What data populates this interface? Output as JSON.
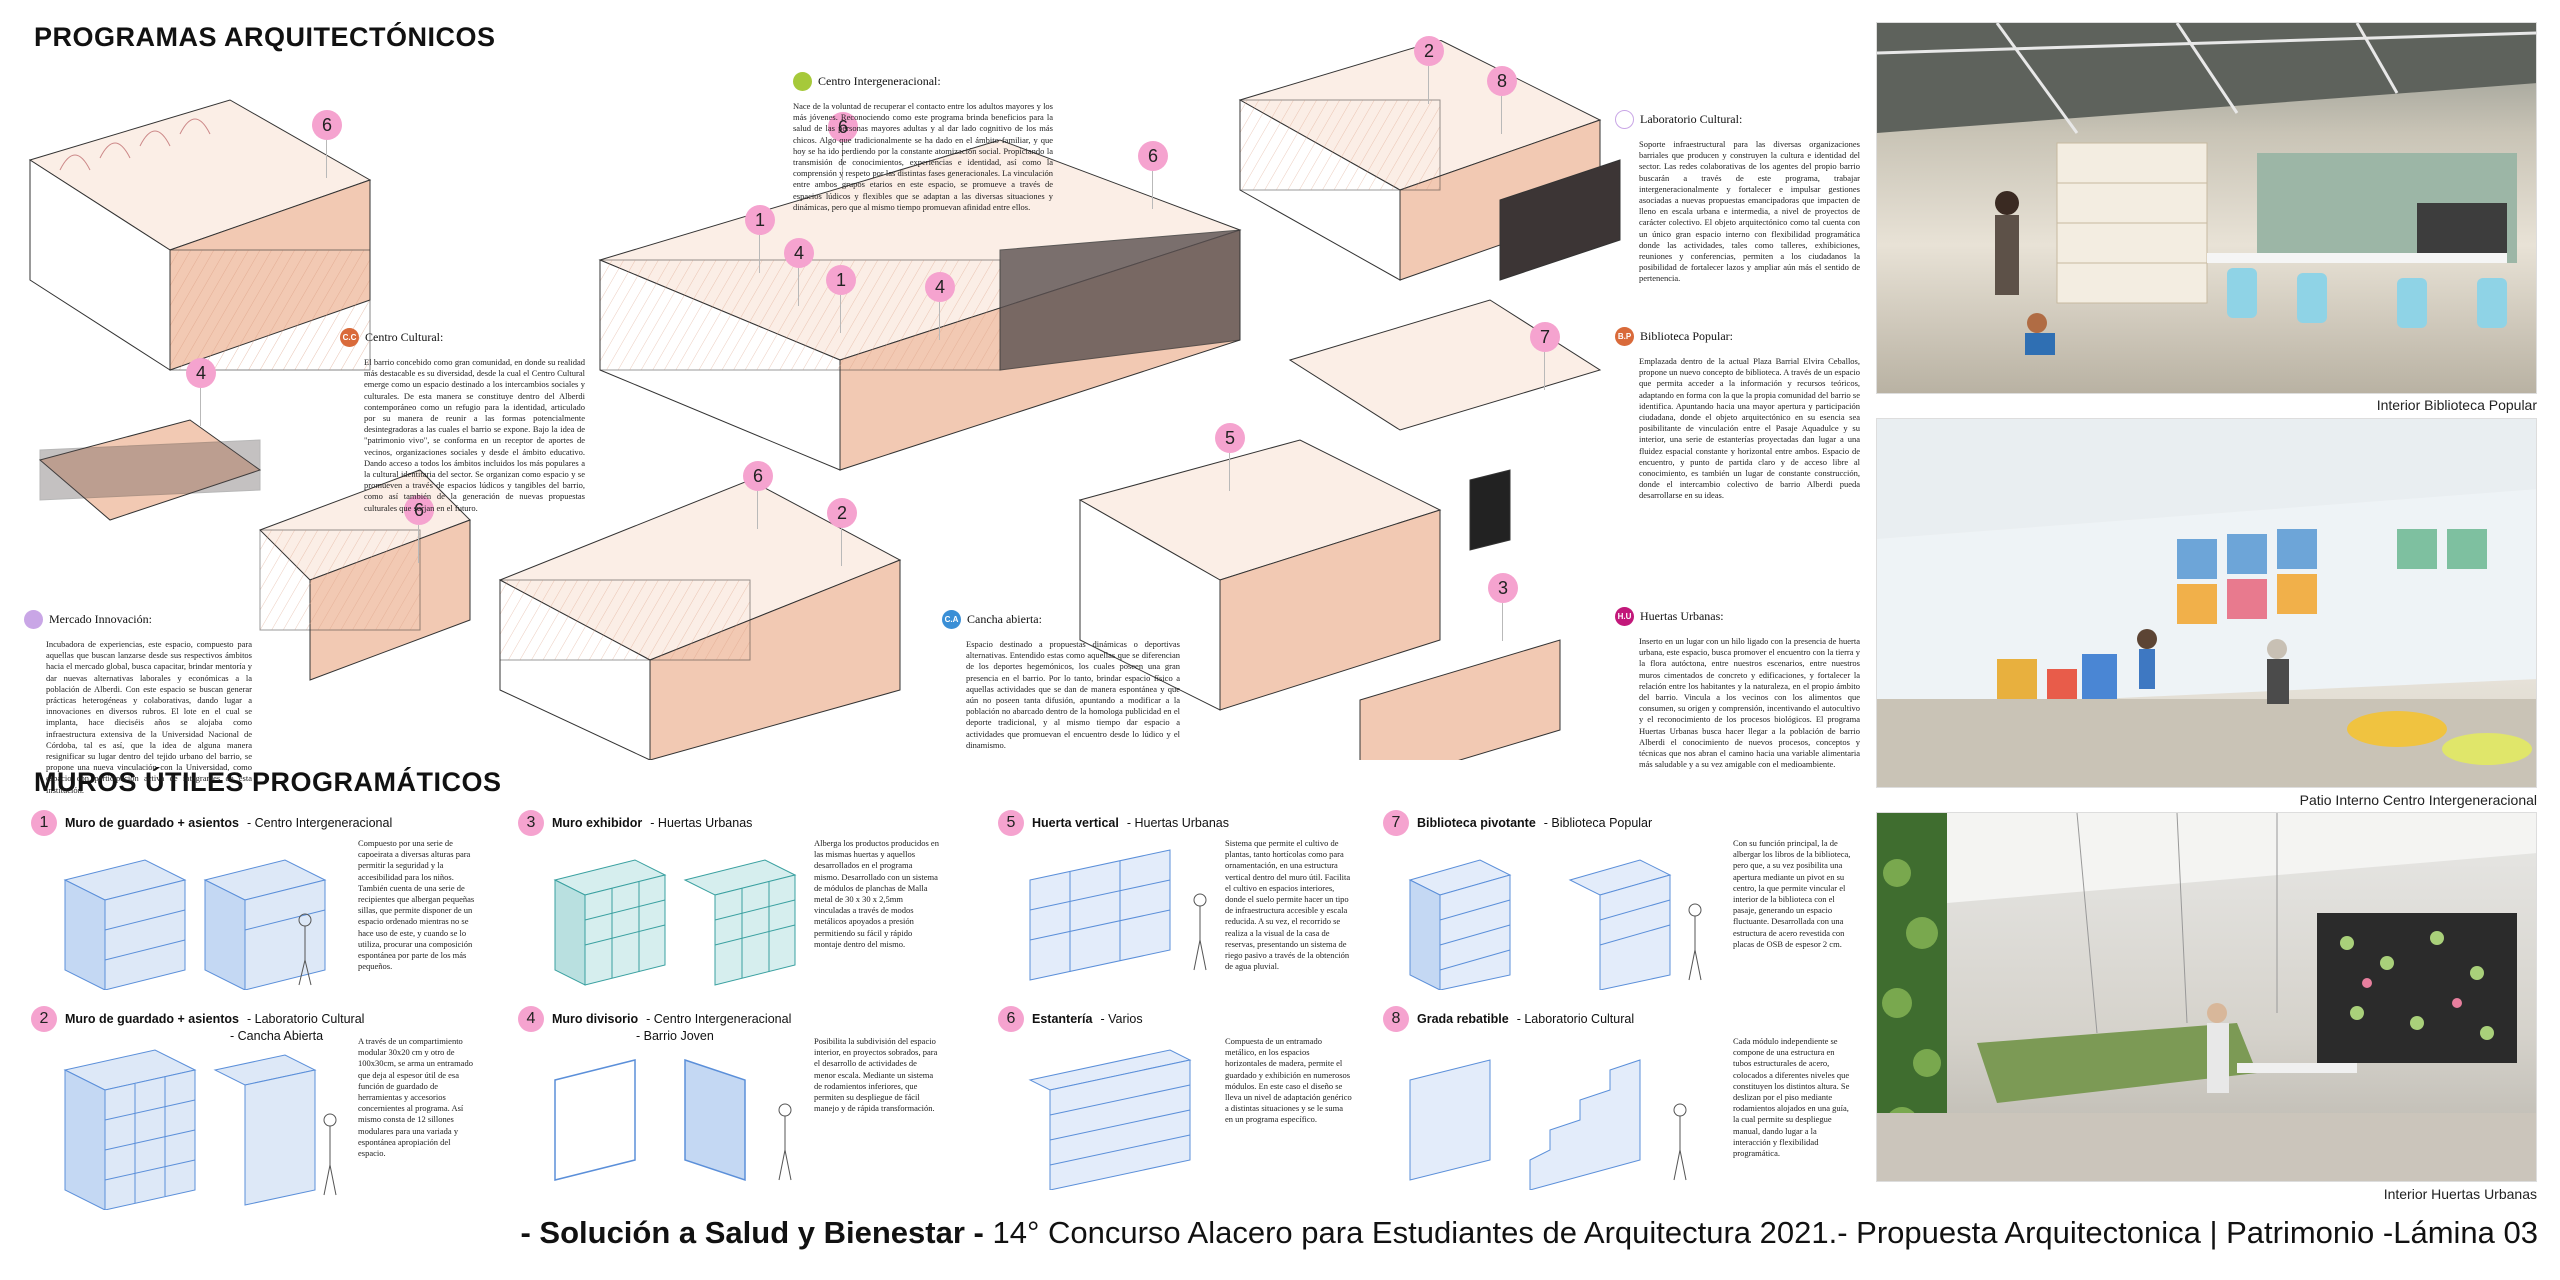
{
  "sections": {
    "programs_title": "PROGRAMAS ARQUITECTÓNICOS",
    "walls_title": "MUROS ÚTILES PROGRAMÁTICOS"
  },
  "colors": {
    "accent_pink": "#f5a3cf",
    "drawing_peach": "#e8a98c",
    "badge_green": "#a6c93a",
    "badge_orange": "#d96a3a",
    "badge_lilac": "#c9a6e6",
    "badge_blue": "#3a8fd6",
    "badge_magenta": "#c2187a",
    "wall_blue": "#5b8fd9",
    "wall_teal": "#4ab0b0"
  },
  "programs": [
    {
      "title": "Centro Intergeneracional:",
      "badge_color": "#a6c93a",
      "badge": "",
      "text": "Nace de la voluntad de recuperar el contacto entre los adultos mayores y los más jóvenes. Reconociendo como este programa brinda beneficios para la salud de las personas mayores adultas y al dar lado cognitivo de los más chicos. Algo que tradicionalmente se ha dado en el ámbito familiar, y que hoy se ha ido perdiendo por la constante atomización social. Propiciando la transmisión de conocimientos, experiencias e identidad, así como la comprensión y respeto por las distintas fases generacionales. La vinculación entre ambos grupos etarios en este espacio, se promueve a través de espacios lúdicos y flexibles que se adaptan a las diversas situaciones y dinámicas, pero que al mismo tiempo promuevan afinidad entre ellos."
    },
    {
      "title": "Centro Cultural:",
      "badge_color": "#d96a3a",
      "badge": "C.C",
      "text": "El barrio concebido como gran comunidad, en donde su realidad más destacable es su diversidad, desde la cual el Centro Cultural emerge como un espacio destinado a los intercambios sociales y culturales. De esta manera se constituye dentro del Alberdi contemporáneo como un refugio para la identidad, articulado por su manera de reunir a las formas potencialmente desintegradoras a las cuales el barrio se expone. Bajo la idea de \"patrimonio vivo\", se conforma en un receptor de aportes de vecinos, organizaciones sociales y desde el ámbito educativo. Dando acceso a todos los ámbitos incluidos los más populares a la cultural identitaria del sector. Se organizan como espacio y se promueven a través de espacios lúdicos y tangibles del barrio, como así también de la generación de nuevas propuestas culturales que surjan en el futuro."
    },
    {
      "title": "Mercado Innovación:",
      "badge_color": "#c9a6e6",
      "badge": "",
      "text": "Incubadora de experiencias, este espacio, compuesto para aquellas que buscan lanzarse desde sus respectivos ámbitos hacia el mercado global, busca capacitar, brindar mentoría y dar nuevas alternativas laborales y económicas a la población de Alberdi. Con este espacio se buscan generar prácticas heterogéneas y colaborativas, dando lugar a innovaciones en diversos rubros. El lote en el cual se implanta, hace dieciséis años se alojaba como infraestructura extensiva de la Universidad Nacional de Córdoba, tal es así, que la idea de alguna manera resignificar su lugar dentro del tejido urbano del barrio, se propone una nueva vinculación con la Universidad, como espacio con participación activa de integrantes de esta institución."
    },
    {
      "title": "Cancha abierta:",
      "badge_color": "#3a8fd6",
      "badge": "C.A",
      "text": "Espacio destinado a propuestas dinámicas o deportivas alternativas. Entendido estas como aquellas que se diferencian de los deportes hegemónicos, los cuales poseen una gran presencia en el barrio. Por lo tanto, brindar espacio físico a aquellas actividades que se dan de manera espontánea y que aún no poseen tanta difusión, apuntando a modificar a la población no abarcado dentro de la homologa publicidad en el deporte tradicional, y al mismo tiempo dar espacio a actividades que promuevan el encuentro desde lo lúdico y el dinamismo."
    },
    {
      "title": "Laboratorio Cultural:",
      "badge_color": "#c9a6e6",
      "badge": "",
      "text": "Soporte infraestructural para las diversas organizaciones barriales que producen y construyen la cultura e identidad del sector. Las redes colaborativas de los agentes del propio barrio buscarán a través de este programa, trabajar intergeneracionalmente y fortalecer e impulsar gestiones asociadas a nuevas propuestas emancipadoras que impacten de lleno en escala urbana e intermedia, a nivel de proyectos de carácter colectivo. El objeto arquitectónico como tal cuenta con un único gran espacio interno con flexibilidad programática donde las actividades, tales como talleres, exhibiciones, reuniones y conferencias, permiten a los ciudadanos la posibilidad de fortalecer lazos y ampliar aún más el sentido de pertenencia."
    },
    {
      "title": "Biblioteca Popular:",
      "badge_color": "#d96a3a",
      "badge": "B.P",
      "text": "Emplazada dentro de la actual Plaza Barrial Elvira Ceballos, propone un nuevo concepto de biblioteca. A través de un espacio que permita acceder a la información y recursos teóricos, adaptando en forma con la que la propia comunidad del barrio se identifica. Apuntando hacia una mayor apertura y participación ciudadana, donde el objeto arquitectónico en su esencia sea posibilitante de vinculación entre el Pasaje Aquadulce y su interior, una serie de estanterías proyectadas dan lugar a una fluidez espacial constante y horizontal entre ambos. Espacio de encuentro, y punto de partida claro y de acceso libre al conocimiento, es también un lugar de constante construcción, donde el intercambio colectivo de barrio Alberdi pueda desarrollarse en su ideas."
    },
    {
      "title": "Huertas Urbanas:",
      "badge_color": "#c2187a",
      "badge": "H.U",
      "text": "Inserto en un lugar con un hilo ligado con la presencia de huerta urbana, este espacio, busca promover el encuentro con la tierra y la flora autóctona, entre nuestros escenarios, entre nuestros muros cimentados de concreto y edificaciones, y fortalecer la relación entre los habitantes y la naturaleza, en el propio ámbito del barrio. Vincula a los vecinos con los alimentos que consumen, su origen y comprensión, incentivando el autocultivo y el reconocimiento de los procesos biológicos. El programa Huertas Urbanas busca hacer llegar a la población de barrio Alberdi el conocimiento de nuevos procesos, conceptos y técnicas que nos abran el camino hacia una variable alimentaria más saludable y a su vez amigable con el medioambiente."
    }
  ],
  "markers": [
    "6",
    "4",
    "6",
    "1",
    "4",
    "1",
    "4",
    "6",
    "2",
    "8",
    "6",
    "7",
    "5",
    "6",
    "2",
    "3"
  ],
  "photos": [
    {
      "caption": "Interior Biblioteca Popular",
      "icon": "library-render"
    },
    {
      "caption": "Patio Interno Centro Intergeneracional",
      "icon": "patio-render"
    },
    {
      "caption": "Interior Huertas Urbanas",
      "icon": "garden-render"
    }
  ],
  "walls": [
    {
      "num": "1",
      "title": "Muro de guardado + asientos",
      "sub": " - Centro Intergeneracional",
      "sub2": "",
      "text": "Compuesto por una serie de capoeirata a diversas alturas para permitir la seguridad y la accesibilidad para los niños. También cuenta de una serie de recipientes que albergan pequeñas sillas, que permite disponer de un espacio ordenado mientras no se hace uso de este, y cuando se lo utiliza, procurar una composición espontánea por parte de los más pequeños."
    },
    {
      "num": "2",
      "title": "Muro de guardado + asientos",
      "sub": " - Laboratorio Cultural",
      "sub2": "- Cancha Abierta",
      "text": "A través de un compartimiento modular 30x20 cm y otro de 100x30cm, se arma un entramado que deja al espesor útil de esa función de guardado de herramientas y accesorios concernientes al programa. Así mismo consta de 12 sillones modulares para una variada y espontánea apropiación del espacio."
    },
    {
      "num": "3",
      "title": "Muro exhibidor",
      "sub": " - Huertas Urbanas",
      "sub2": "",
      "text": "Alberga los productos producidos en las mismas huertas y aquellos desarrollados en el programa mismo. Desarrollado con un sistema de módulos de planchas de Malla metal de 30 x 30 x 2,5mm vinculadas a través de modos metálicos apoyados a presión permitiendo su fácil y rápido montaje dentro del mismo."
    },
    {
      "num": "4",
      "title": "Muro divisorio",
      "sub": " - Centro Intergeneracional",
      "sub2": "- Barrio Joven",
      "text": "Posibilita la subdivisión del espacio interior, en proyectos sobrados, para el desarrollo de actividades de menor escala. Mediante un sistema de rodamientos inferiores, que permiten su despliegue de fácil manejo y de rápida transformación."
    },
    {
      "num": "5",
      "title": "Huerta vertical",
      "sub": " - Huertas Urbanas",
      "sub2": "",
      "text": "Sistema que permite el cultivo de plantas, tanto hortícolas como para ornamentación, en una estructura vertical dentro del muro útil. Facilita el cultivo en espacios interiores, donde el suelo permite hacer un tipo de infraestructura accesible y escala reducida. A su vez, el recorrido se realiza a la visual de la casa de reservas, presentando un sistema de riego pasivo a través de la obtención de agua pluvial."
    },
    {
      "num": "6",
      "title": "Estantería",
      "sub": " - Varios",
      "sub2": "",
      "text": "Compuesta de un entramado metálico, en los espacios horizontales de madera, permite el guardado y exhibición en numerosos módulos. En este caso el diseño se lleva un nivel de adaptación genérico a distintas situaciones y se le suma en un programa específico."
    },
    {
      "num": "7",
      "title": "Biblioteca pivotante",
      "sub": " - Biblioteca Popular",
      "sub2": "",
      "text": "Con su función principal, la de albergar los libros de la biblioteca, pero que, a su vez posibilita una apertura mediante un pivot en su centro, la que permite vincular el interior de la biblioteca con el pasaje, generando un espacio fluctuante. Desarrollada con una estructura de acero revestida con placas de OSB de espesor 2 cm."
    },
    {
      "num": "8",
      "title": "Grada rebatible",
      "sub": " - Laboratorio Cultural",
      "sub2": "",
      "text": "Cada módulo independiente se compone de una estructura en tubos estructurales de acero, colocados a diferentes niveles que constituyen los distintos altura. Se deslizan por el piso mediante rodamientos alojados en una guía, la cual permite su despliegue manual, dando lugar a la interacción y flexibilidad programática."
    }
  ],
  "footer": {
    "bold": "- Solución a Salud y Bienestar -",
    "rest": " 14° Concurso Alacero para Estudiantes de  Arquitectura 2021.- Propuesta Arquitectonica | Patrimonio -Lámina 03"
  }
}
